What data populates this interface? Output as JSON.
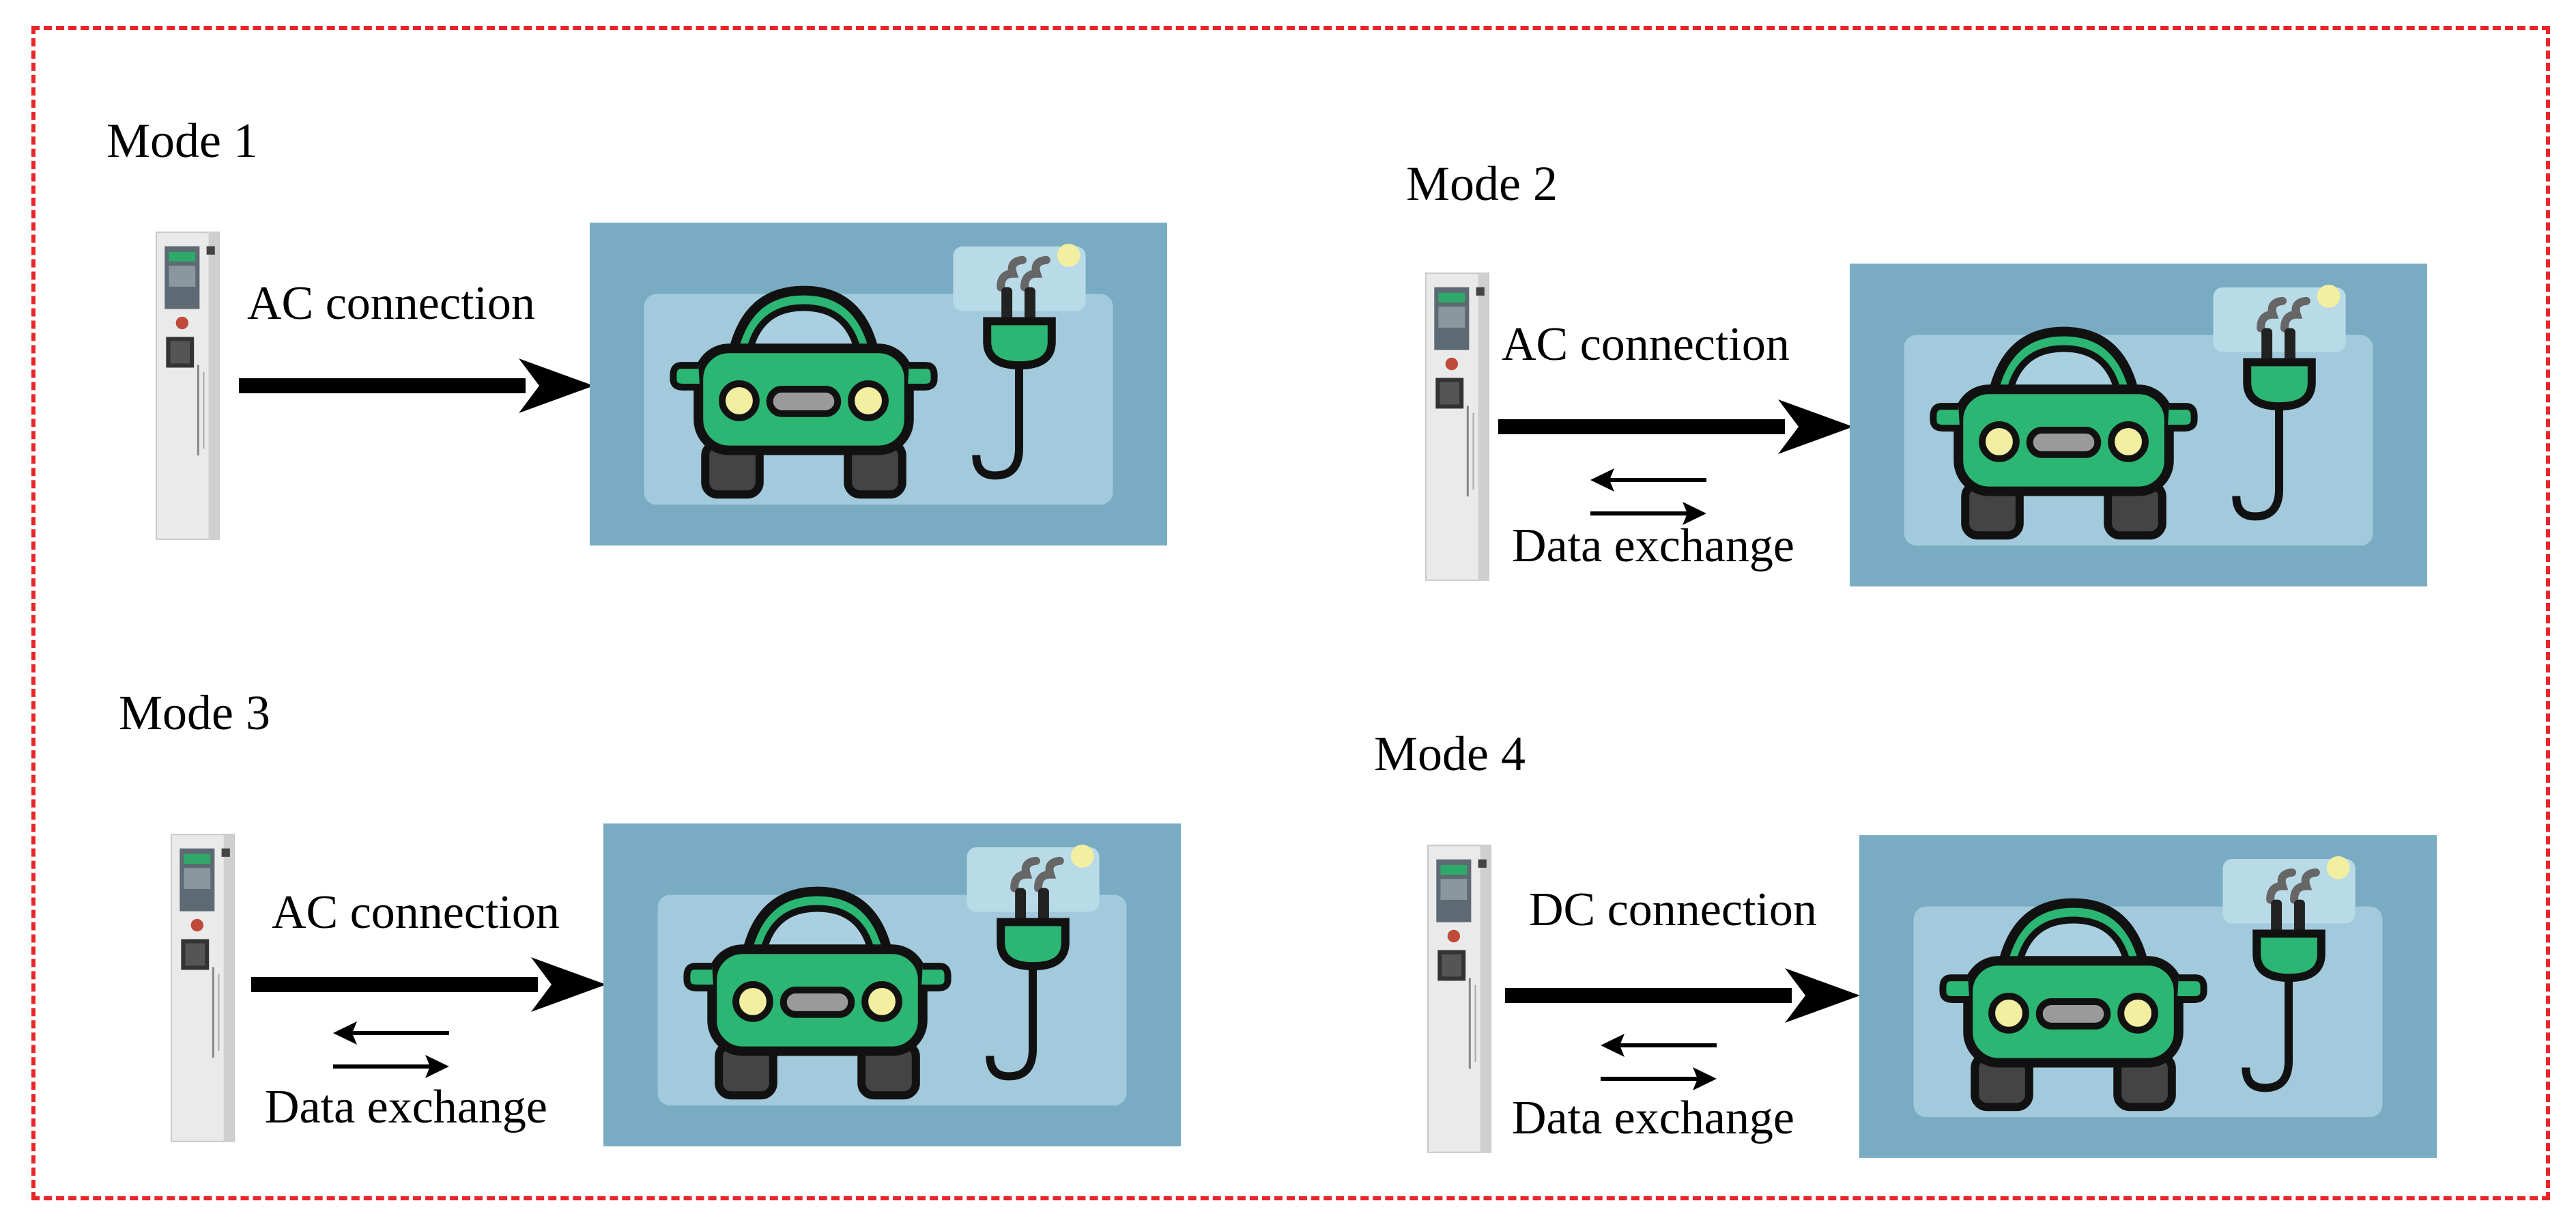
{
  "colors": {
    "frame": "#e8262a",
    "panel": "#79acc3",
    "car": "#2bb673",
    "ink": "#000000"
  },
  "modes": [
    {
      "title": "Mode 1",
      "connection": "AC connection"
    },
    {
      "title": "Mode 2",
      "connection": "AC connection",
      "data_exchange": "Data exchange"
    },
    {
      "title": "Mode 3",
      "connection": "AC connection",
      "data_exchange": "Data exchange"
    },
    {
      "title": "Mode 4",
      "connection": "DC connection",
      "data_exchange": "Data exchange"
    }
  ]
}
